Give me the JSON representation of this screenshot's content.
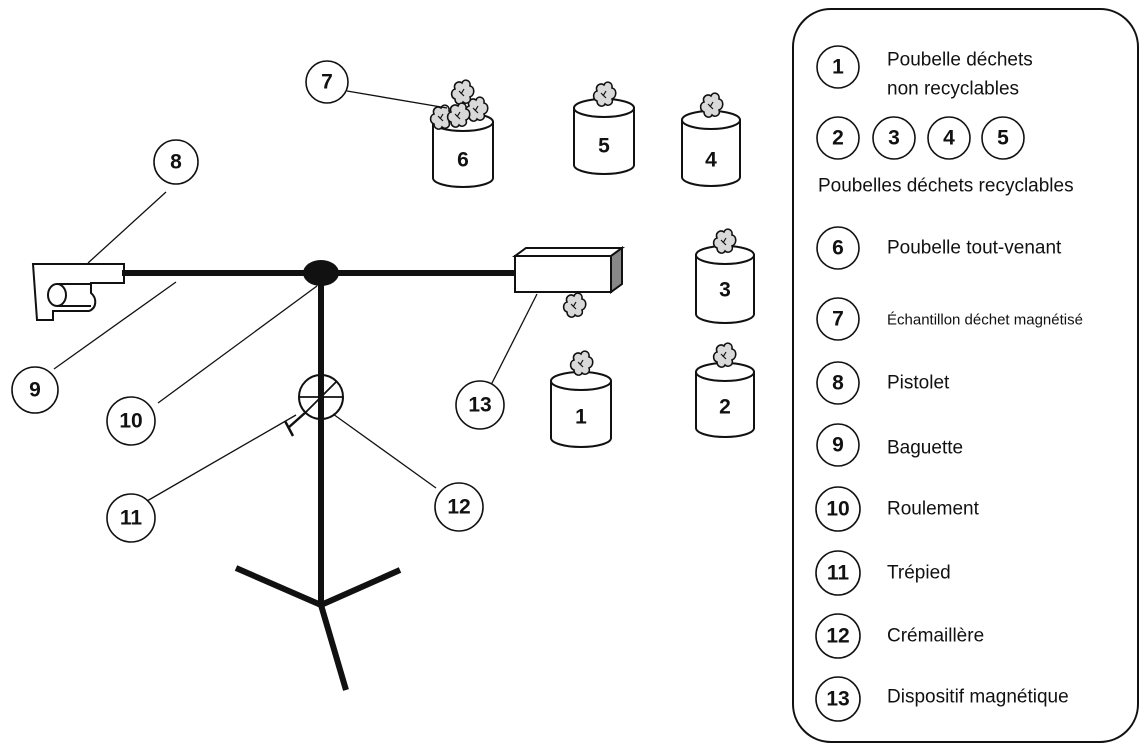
{
  "callouts": {
    "c1": "1",
    "c2": "2",
    "c3": "3",
    "c4": "4",
    "c5": "5",
    "c6": "6",
    "c7": "7",
    "c8": "8",
    "c9": "9",
    "c10": "10",
    "c11": "11",
    "c12": "12",
    "c13": "13"
  },
  "bins": {
    "b1": "1",
    "b2": "2",
    "b3": "3",
    "b4": "4",
    "b5": "5",
    "b6": "6"
  },
  "legend": {
    "n1": "1",
    "l1a": "Poubelle déchets",
    "l1b": "non recyclables",
    "n2": "2",
    "n3": "3",
    "n4": "4",
    "n5": "5",
    "l2": "Poubelles déchets recyclables",
    "n6": "6",
    "l6": "Poubelle tout-venant",
    "n7": "7",
    "l7": "Échantillon déchet magnétisé",
    "n8": "8",
    "l8": "Pistolet",
    "n9": "9",
    "l9": "Baguette",
    "n10": "10",
    "l10": "Roulement",
    "n11": "11",
    "l11": "Trépied",
    "n12": "12",
    "l12": "Crémaillère",
    "n13": "13",
    "l13": "Dispositif magnétique"
  }
}
